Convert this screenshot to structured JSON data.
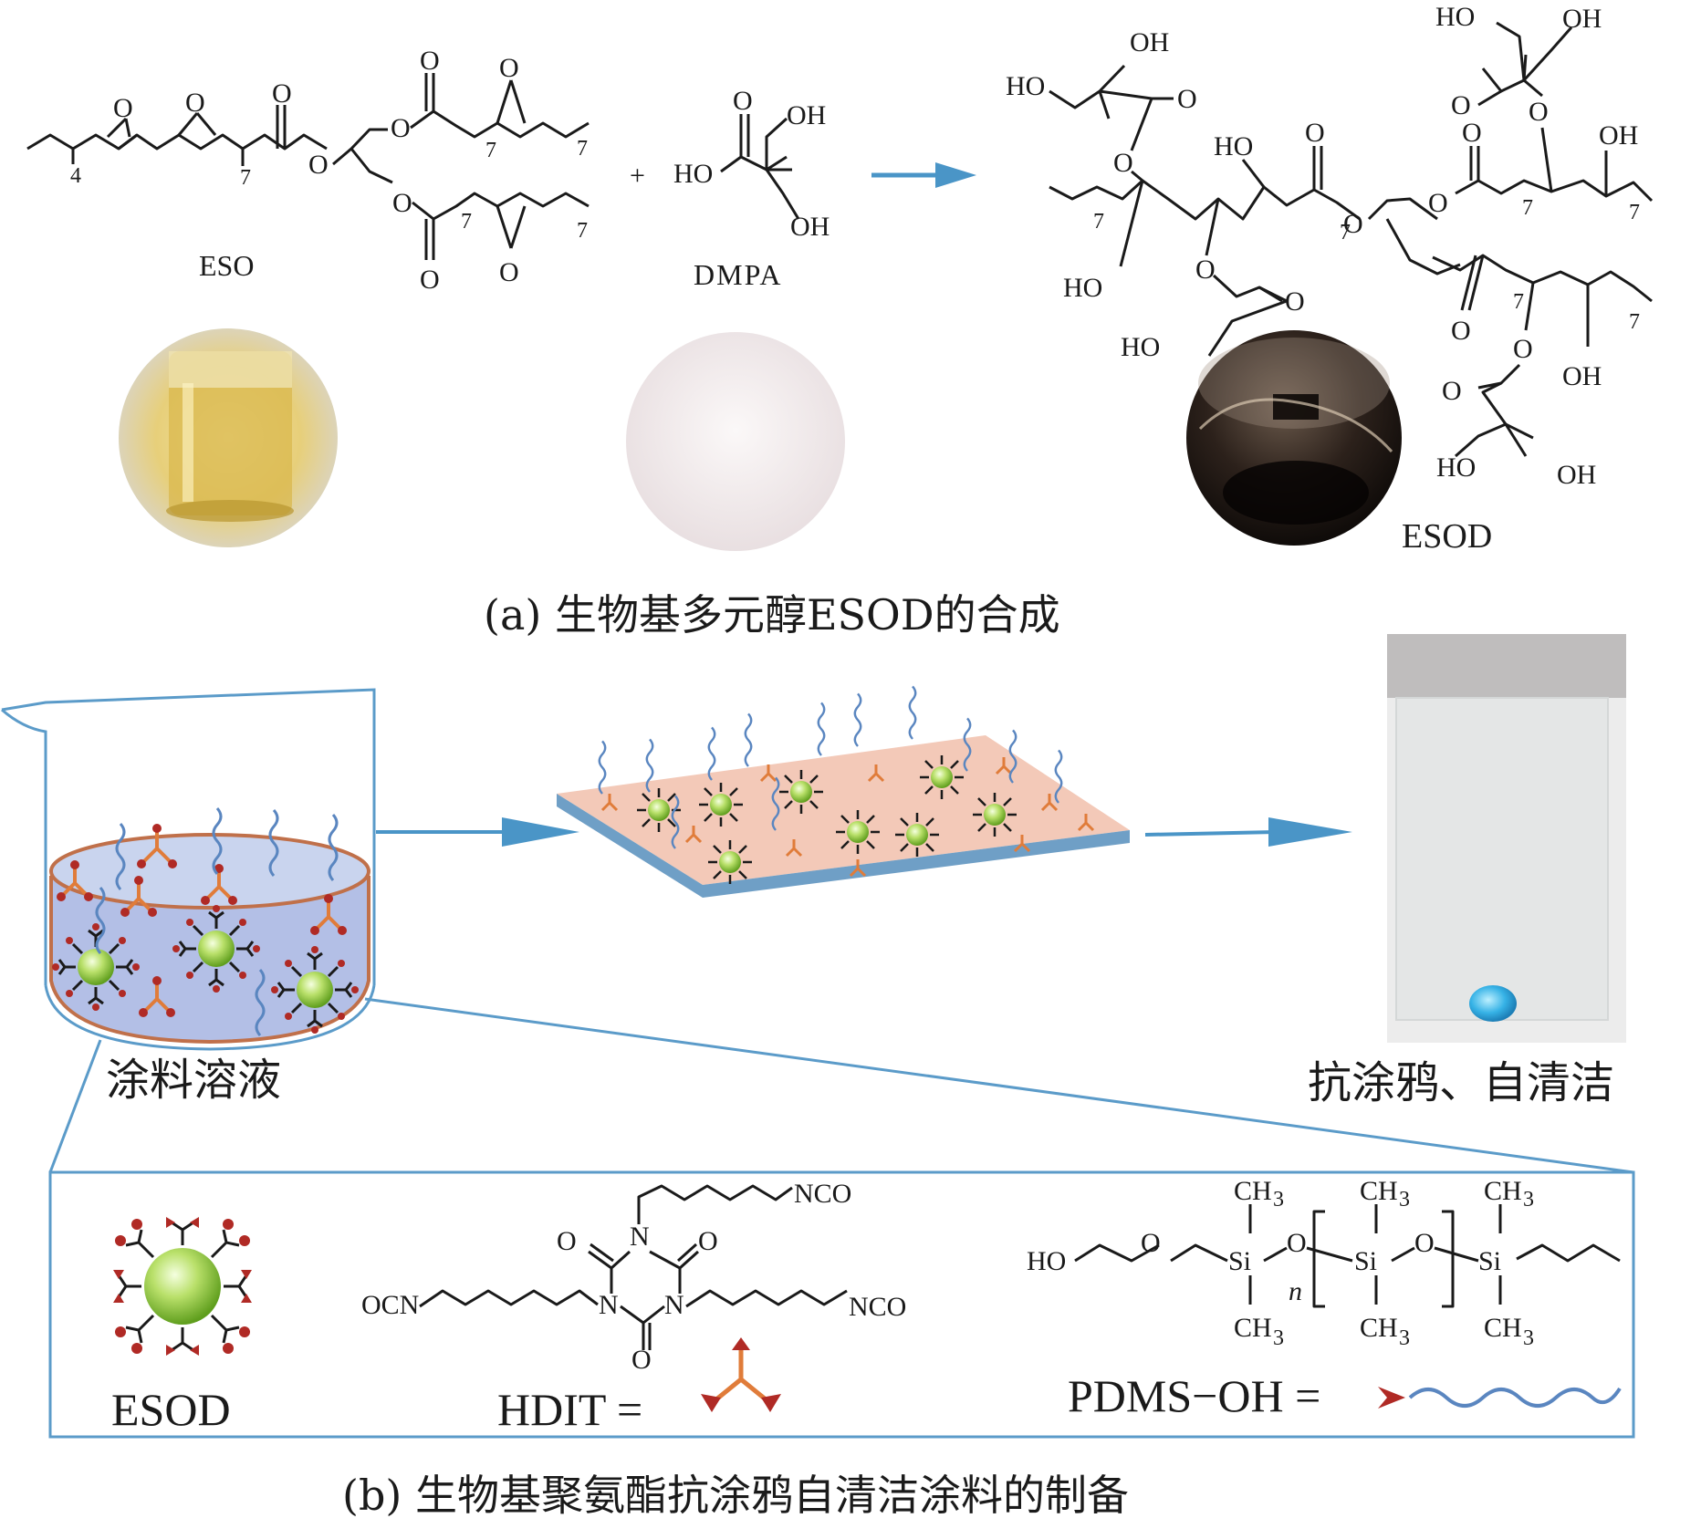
{
  "panel_a": {
    "caption": "(a) 生物基多元醇ESOD的合成",
    "eso_label": "ESO",
    "dmpa_label": "DMPA",
    "esod_photo_label": "ESOD",
    "plus": "+",
    "atoms": {
      "O": "O",
      "OH": "OH",
      "HO": "HO",
      "n4": "4",
      "n7": "7"
    }
  },
  "panel_b": {
    "caption": "(b) 生物基聚氨酯抗涂鸦自清洁涂料的制备",
    "solution_label": "涂料溶液",
    "result_label": "抗涂鸦、自清洁",
    "legend": {
      "esod_label": "ESOD",
      "hdit_label": "HDIT =",
      "pdms_label": "PDMS−OH =",
      "nco": "NCO",
      "ocn": "OCN",
      "n": "N",
      "o": "O",
      "si": "Si",
      "ho": "HO",
      "ch3": "CH",
      "sub3": "3",
      "n_sub": "n"
    }
  },
  "colors": {
    "arrow": "#4a95c7",
    "beaker_outline": "#5b9bc9",
    "liquid": "#b3bfe6",
    "liquid_top": "#c9d4ee",
    "rim": "#c0704a",
    "film_top": "#f3c9b8",
    "film_edge": "#6f9fc6",
    "hdit": "#e07c3a",
    "hdit_tip": "#b02a25",
    "pdms": "#5a86c0",
    "core_green": "#a3d44a",
    "box_border": "#5b9bc9"
  }
}
